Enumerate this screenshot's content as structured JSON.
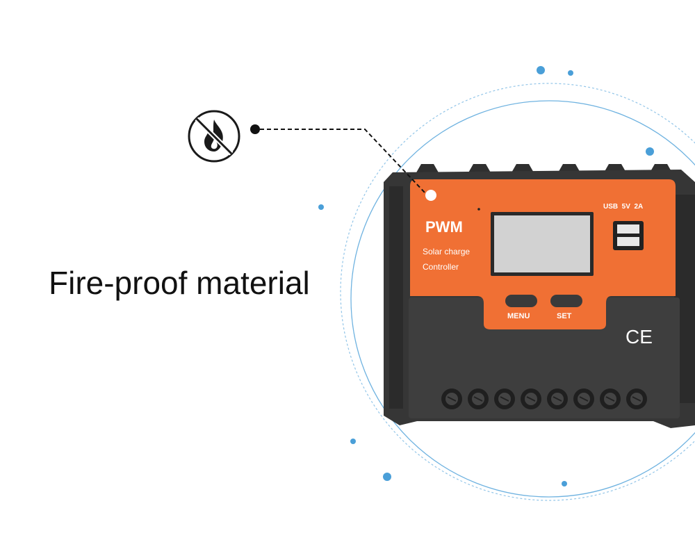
{
  "headline": "Fire-proof material",
  "product": {
    "brand_label": "PWM",
    "line1": "Solar charge",
    "line2": "Controller",
    "usb_label": "USB  5V  2A",
    "button_menu": "MENU",
    "button_set": "SET",
    "cert_mark": "CE"
  },
  "icons": {
    "badge": "no-fire-icon"
  },
  "colors": {
    "accent_orange": "#F07034",
    "body_dark": "#333333",
    "ring_blue": "#4A9FD8",
    "background": "#FFFFFF"
  }
}
